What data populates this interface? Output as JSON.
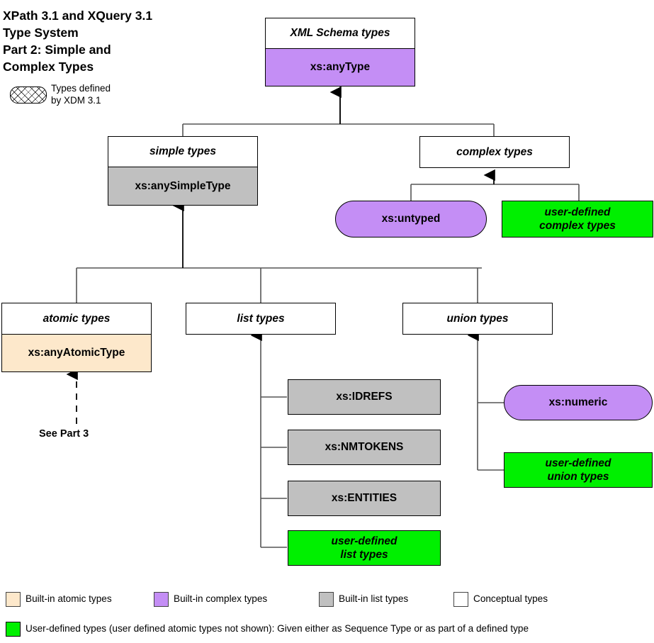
{
  "title": {
    "line1": "XPath 3.1 and XQuery 3.1",
    "line2": "Type System",
    "line3": "Part 2: Simple and",
    "line4": "Complex Types"
  },
  "xdm_legend": {
    "line1": "Types defined",
    "line2": "by XDM 3.1",
    "icon": "hatched-rounded-rect"
  },
  "colors": {
    "purple": "#C48EF5",
    "gray": "#C0C0C0",
    "peach": "#FDE8CB",
    "green": "#00F000",
    "white": "#FFFFFF",
    "line": "#555555",
    "arrow": "#000000"
  },
  "nodes": {
    "xml_schema_types": {
      "header": "XML Schema types",
      "body": "xs:anyType"
    },
    "simple_types": {
      "header": "simple types",
      "body": "xs:anySimpleType"
    },
    "complex_types": {
      "header": "complex types"
    },
    "xs_untyped": {
      "label": "xs:untyped"
    },
    "user_defined_complex": {
      "line1": "user-defined",
      "line2": "complex types"
    },
    "atomic_types": {
      "header": "atomic types",
      "body": "xs:anyAtomicType"
    },
    "list_types": {
      "header": "list types"
    },
    "union_types": {
      "header": "union types"
    },
    "xs_idrefs": {
      "label": "xs:IDREFS"
    },
    "xs_nmtokens": {
      "label": "xs:NMTOKENS"
    },
    "xs_entities": {
      "label": "xs:ENTITIES"
    },
    "user_defined_list": {
      "line1": "user-defined",
      "line2": "list types"
    },
    "xs_numeric": {
      "label": "xs:numeric"
    },
    "user_defined_union": {
      "line1": "user-defined",
      "line2": "union types"
    },
    "see_part_3": {
      "label": "See Part 3"
    }
  },
  "legend": {
    "items": [
      {
        "swatch": "#FDE8CB",
        "label": "Built-in atomic types"
      },
      {
        "swatch": "#C48EF5",
        "label": "Built-in complex types"
      },
      {
        "swatch": "#C0C0C0",
        "label": "Built-in list types"
      },
      {
        "swatch": "#FFFFFF",
        "label": "Conceptual types"
      }
    ],
    "user_defined": {
      "swatch": "#00F000",
      "label": "User-defined types (user defined atomic types not shown):  Given either as Sequence Type or as part of a defined type"
    }
  }
}
